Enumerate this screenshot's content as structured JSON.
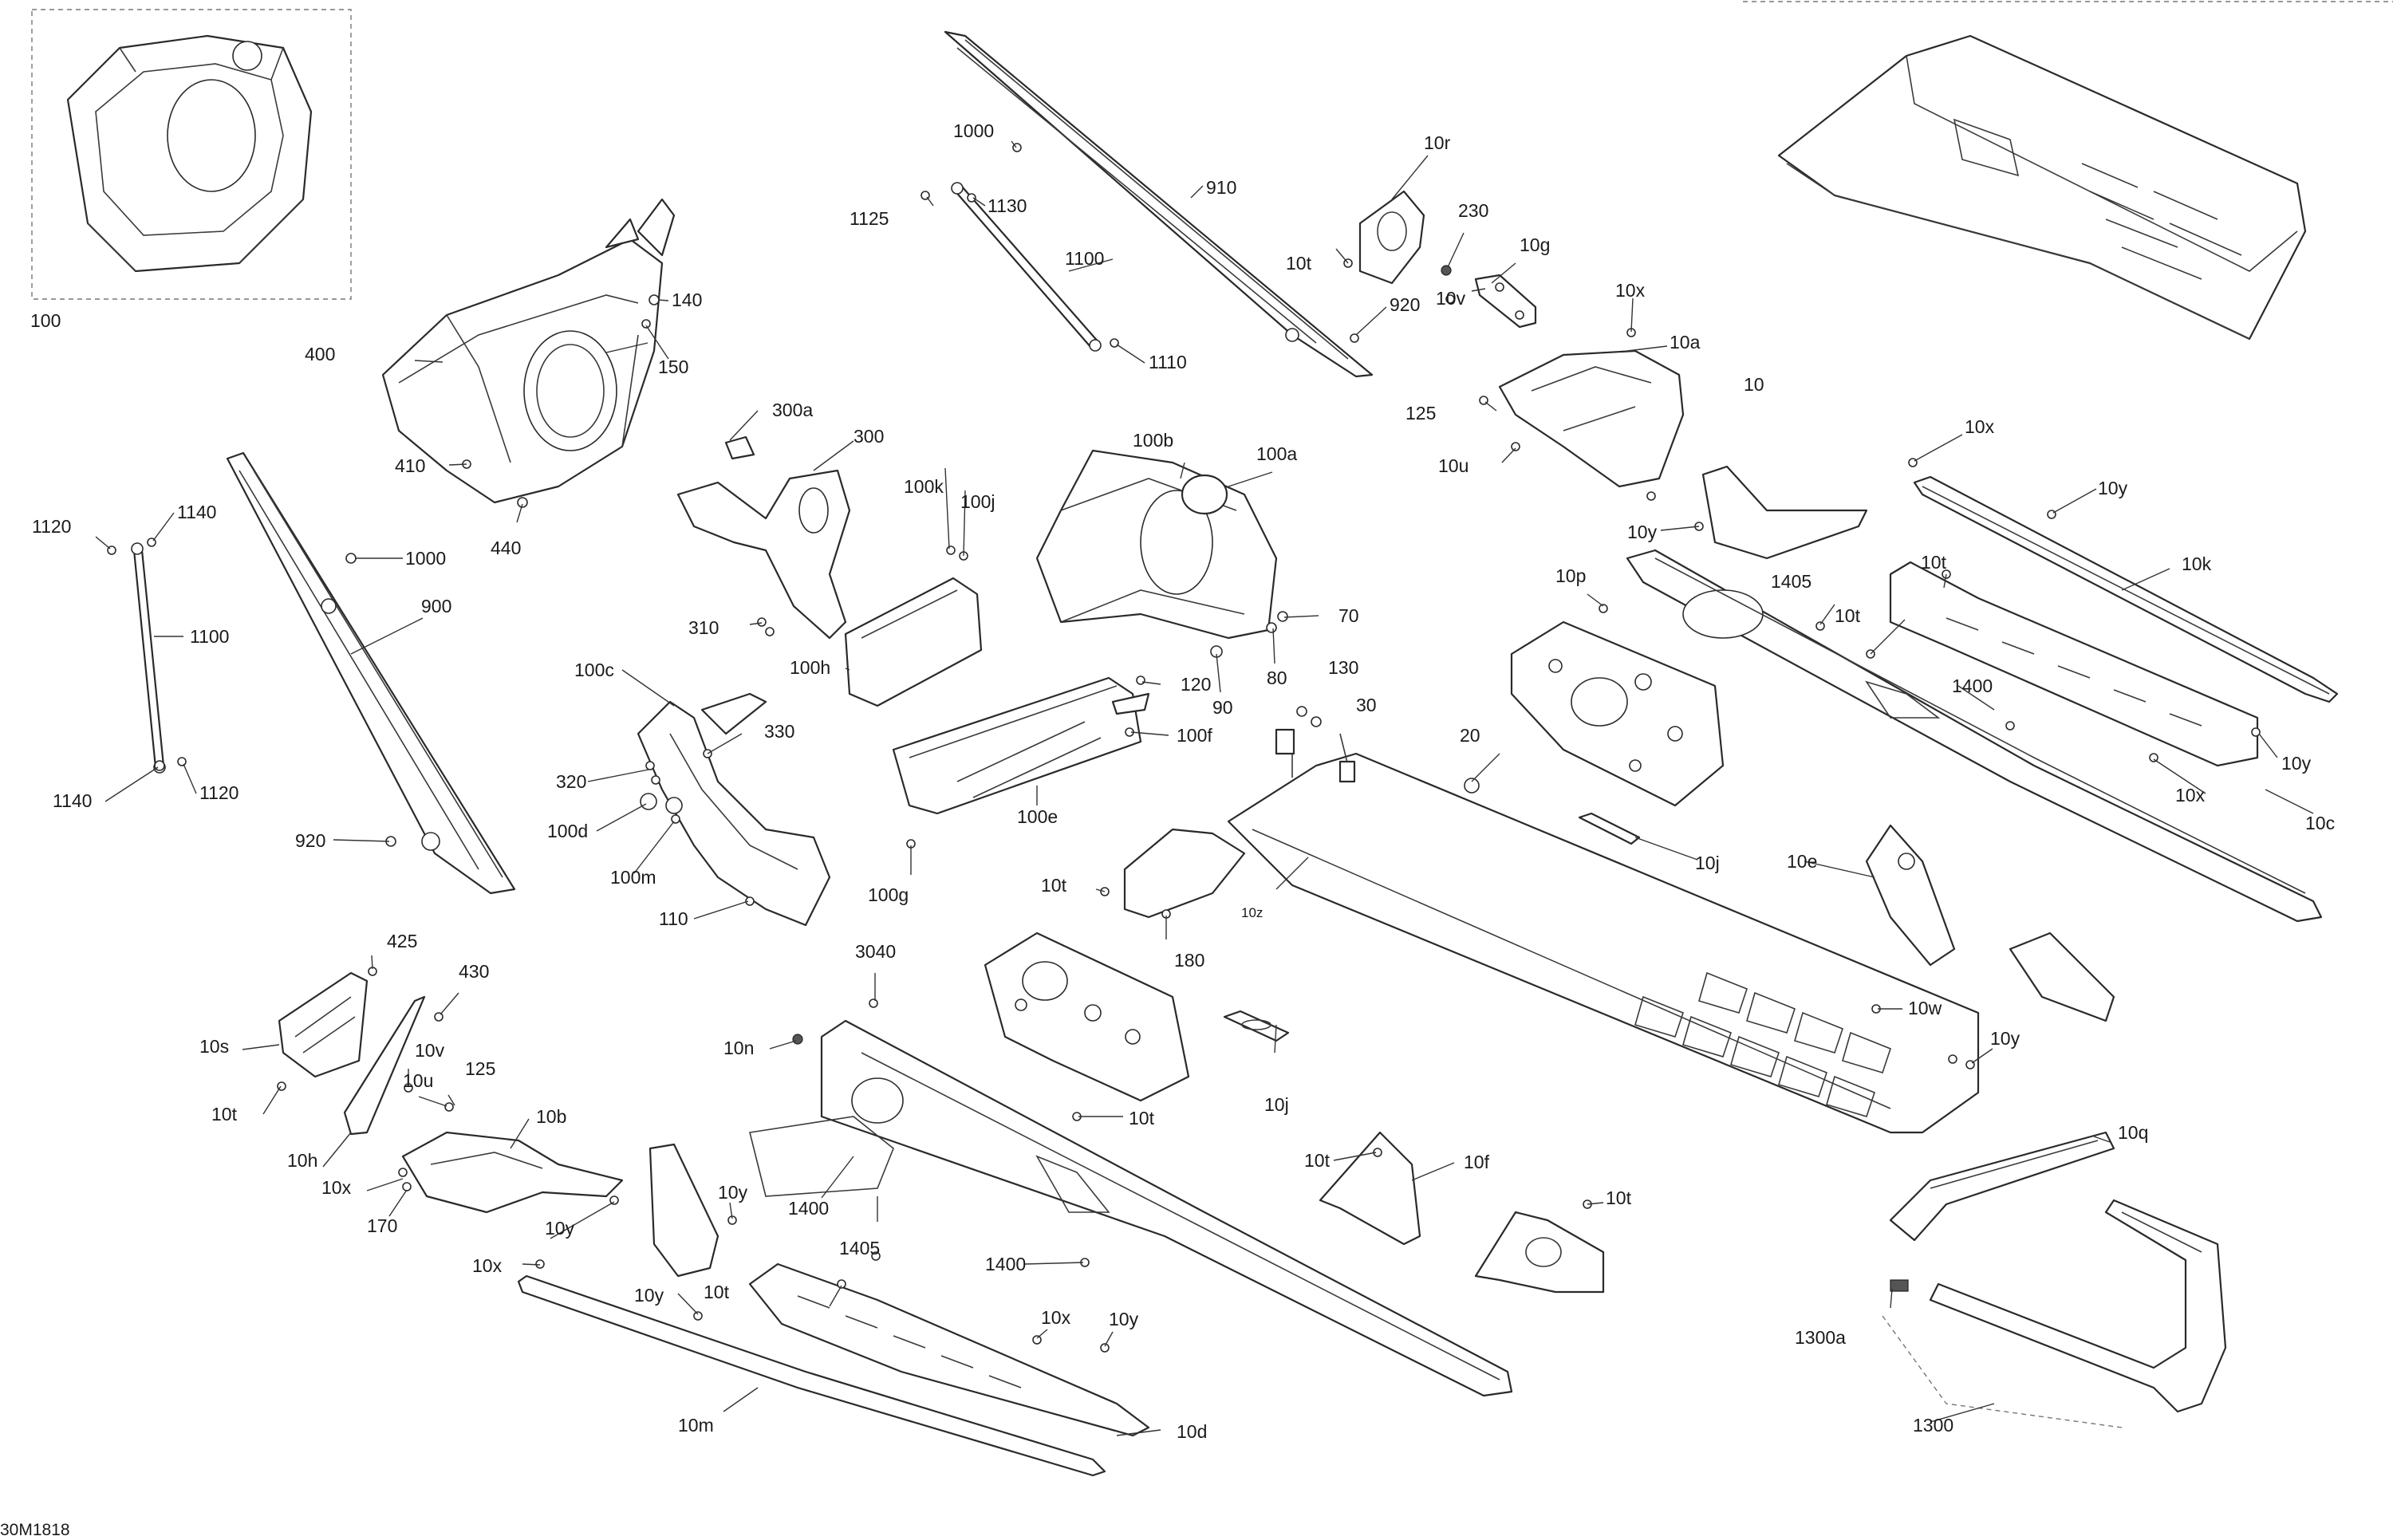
{
  "diagram_ref": "30M1818",
  "callouts": {
    "c100": "100",
    "c400": "400",
    "c140": "140",
    "c150": "150",
    "c410": "410",
    "c440": "440",
    "c1120a": "1120",
    "c1140a": "1140",
    "c1000a": "1000",
    "c1100a": "1100",
    "c900": "900",
    "c1140b": "1140",
    "c1120b": "1120",
    "c920a": "920",
    "c300a": "300a",
    "c300": "300",
    "c310": "310",
    "c100c": "100c",
    "c330": "330",
    "c320": "320",
    "c100d": "100d",
    "c100m": "100m",
    "c110": "110",
    "c1000b": "1000",
    "c1125": "1125",
    "c1130": "1130",
    "c1100b": "1100",
    "c1110": "1110",
    "c910": "910",
    "c100k": "100k",
    "c100j": "100j",
    "c100h": "100h",
    "c100b": "100b",
    "c100a": "100a",
    "c70": "70",
    "c80": "80",
    "c90": "90",
    "c120": "120",
    "c100f": "100f",
    "c100e": "100e",
    "c100g": "100g",
    "c130": "130",
    "c30": "30",
    "c10r": "10r",
    "c10t_a": "10t",
    "c920b": "920",
    "c230": "230",
    "c10g": "10g",
    "c10v_a": "10v",
    "c10x_a": "10x",
    "c10a": "10a",
    "c10": "10",
    "c125a": "125",
    "c10u_a": "10u",
    "c10x_b": "10x",
    "c10y_a": "10y",
    "c10y_b": "10y",
    "c10p": "10p",
    "c1405a": "1405",
    "c10t_b": "10t",
    "c10t_c": "10t",
    "c10k": "10k",
    "c1400a": "1400",
    "c10y_c": "10y",
    "c10x_c": "10x",
    "c10c": "10c",
    "c20": "20",
    "c10j_a": "10j",
    "c10e": "10e",
    "c10t_d": "10t",
    "c180": "180",
    "c10z": "10z",
    "c10w": "10w",
    "c10y_d": "10y",
    "c10j_b": "10j",
    "c425": "425",
    "c430": "430",
    "c10s": "10s",
    "c10v_b": "10v",
    "c10u_b": "10u",
    "c125b": "125",
    "c10t_e": "10t",
    "c10b": "10b",
    "c10h": "10h",
    "c10x_d": "10x",
    "c170": "170",
    "c10y_e": "10y",
    "c3040": "3040",
    "c10n": "10n",
    "c10t_f": "10t",
    "c10y_f": "10y",
    "c1400b": "1400",
    "c1405b": "1405",
    "c1400c": "1400",
    "c10t_g": "10t",
    "c10x_e": "10x",
    "c10y_g": "10y",
    "c10x_f": "10x",
    "c10y_h": "10y",
    "c10m": "10m",
    "c10d": "10d",
    "c10t_h": "10t",
    "c10f": "10f",
    "c10t_i": "10t",
    "c10q": "10q",
    "c1300a": "1300a",
    "c1300": "1300"
  }
}
